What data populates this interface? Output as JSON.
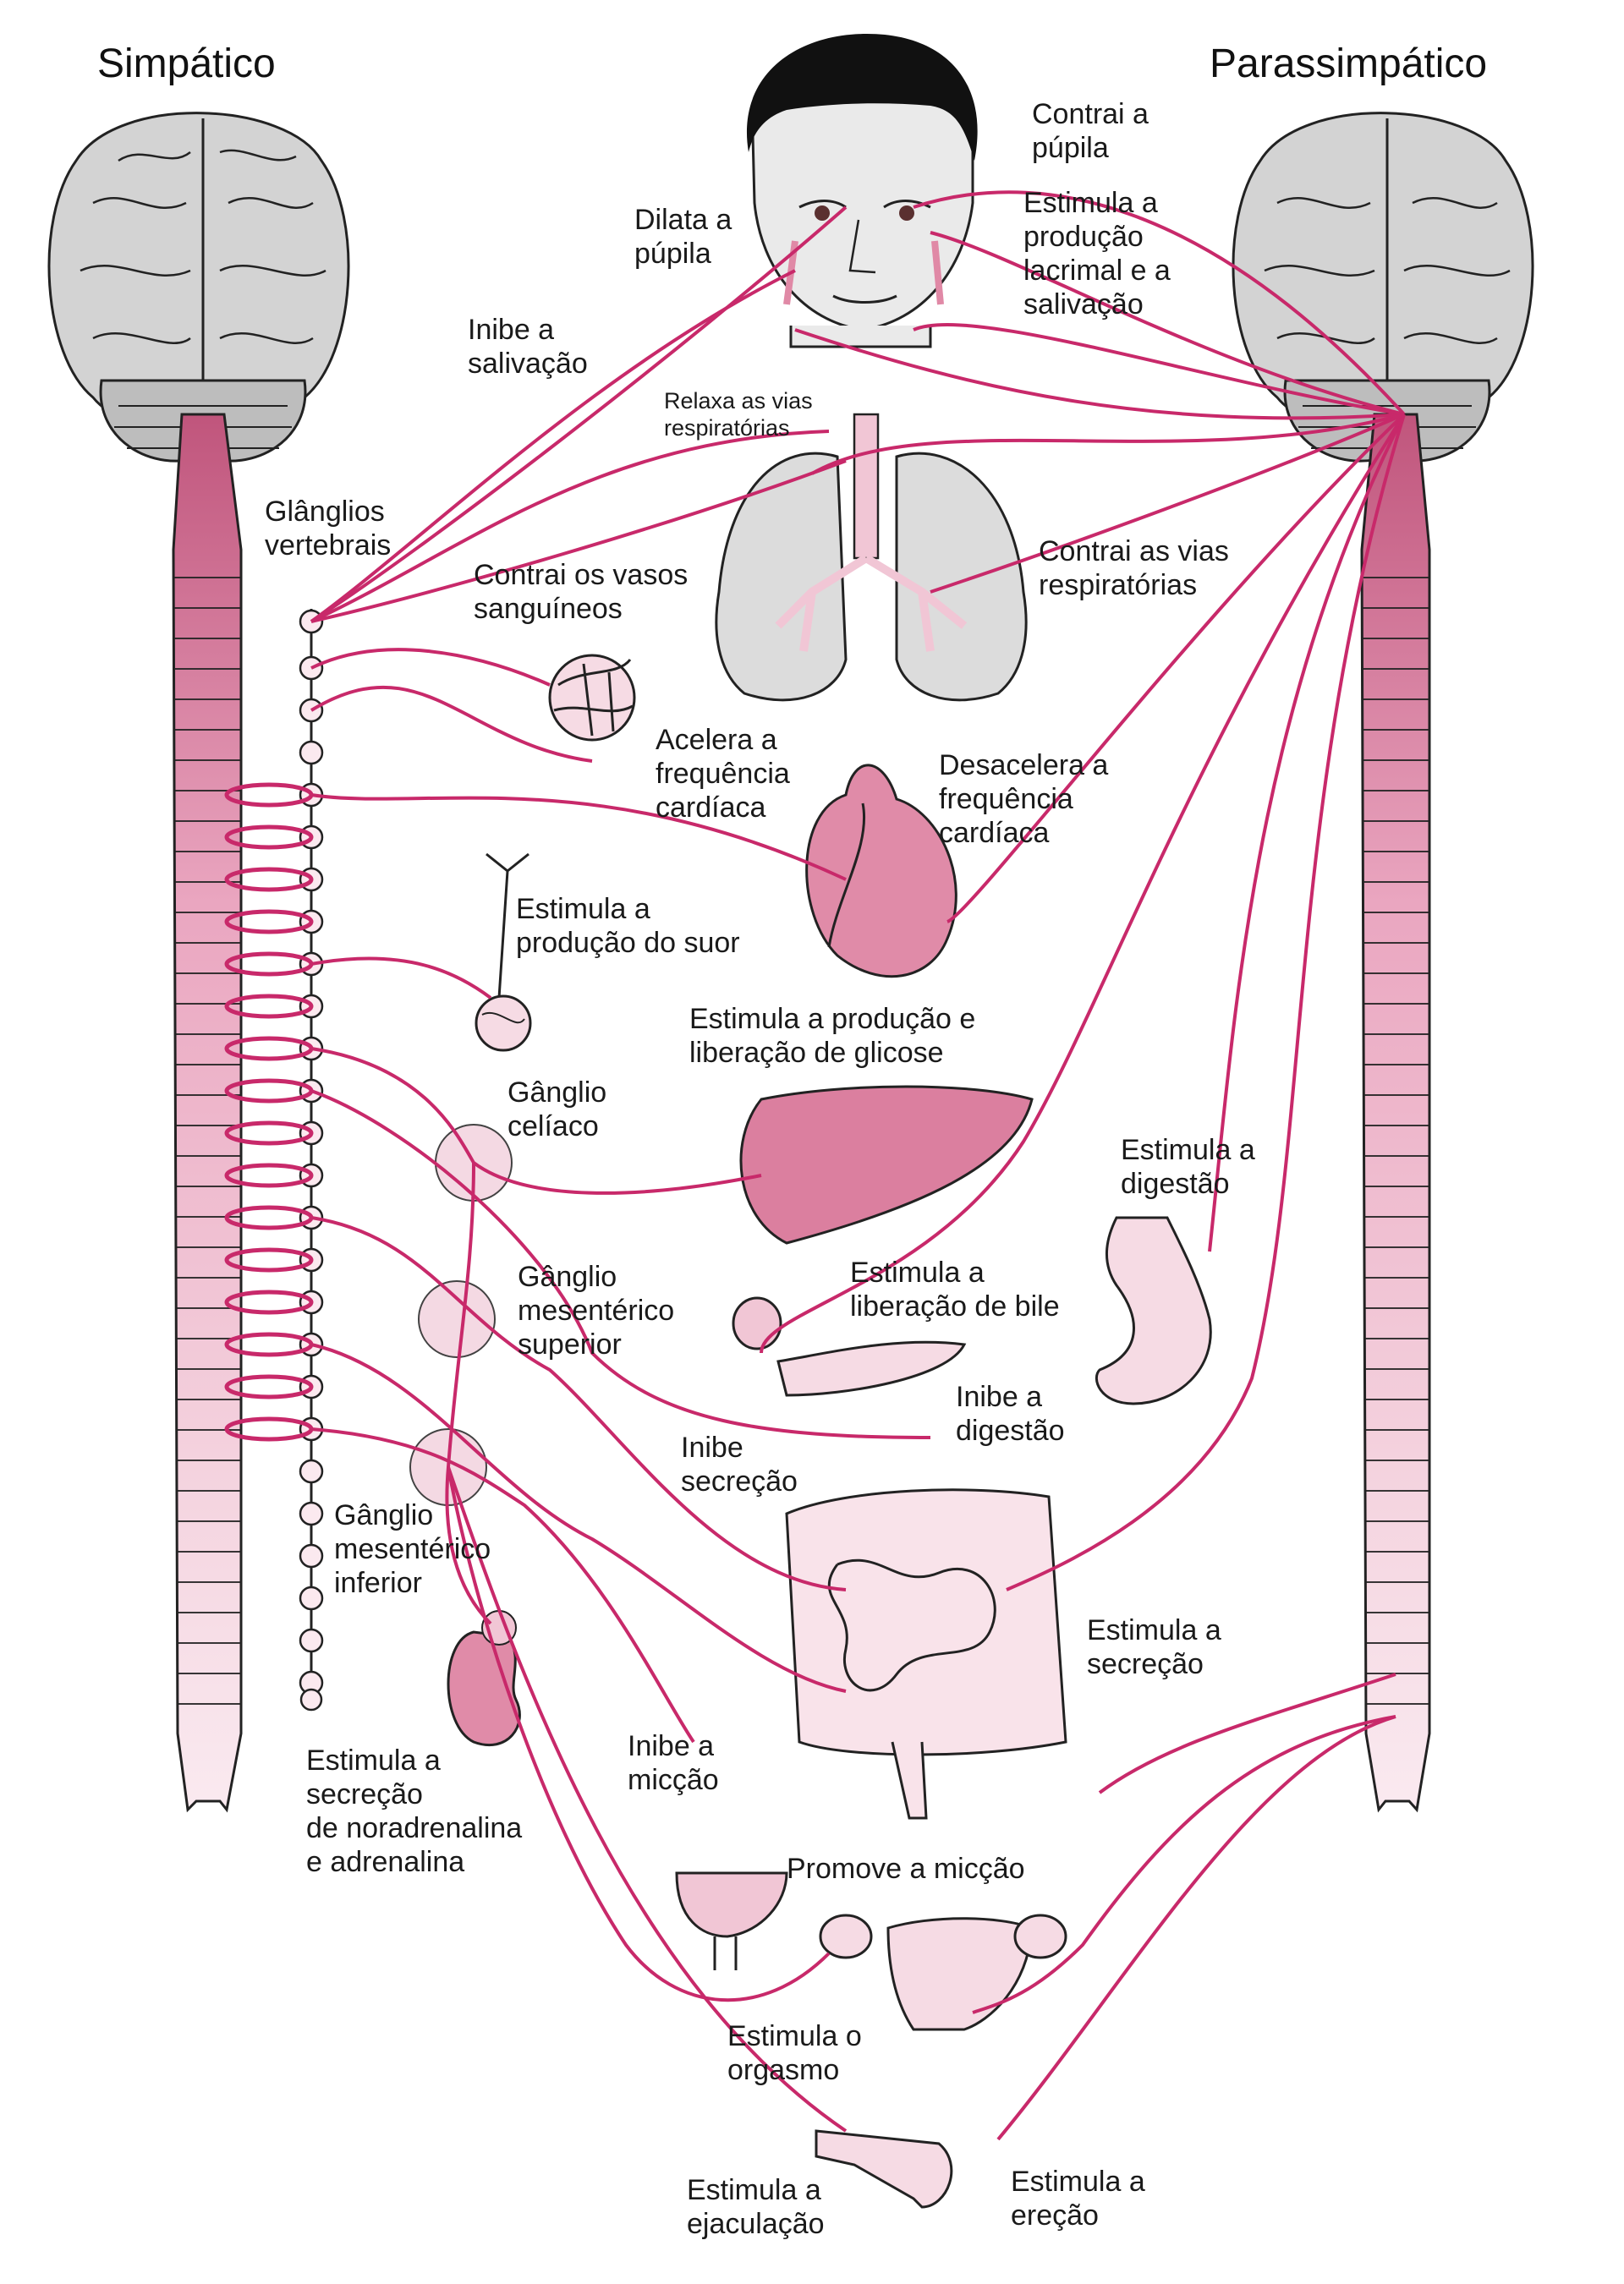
{
  "titles": {
    "left": "Simpático",
    "right": "Parassimpático"
  },
  "labels": {
    "contrai_pupila": "Contrai a\npúpila",
    "dilata_pupila": "Dilata a\npúpila",
    "estimula_lacrimal": "Estimula a\nprodução\nlacrimal e a\nsalivação",
    "inibe_salivacao": "Inibe a\nsalivação",
    "relaxa_vias": "Relaxa as vias\nrespiratórias",
    "ganglios_vertebrais": "Glânglios\nvertebrais",
    "contrai_vasos": "Contrai os vasos\nsanguíneos",
    "contrai_vias": "Contrai as vias\nrespiratórias",
    "acelera_frequencia": "Acelera a\nfrequência\ncardíaca",
    "desacelera_frequencia": "Desacelera a\nfrequência\ncardíaca",
    "estimula_suor": "Estimula a\nprodução do suor",
    "estimula_glicose": "Estimula a produção e\nliberação de glicose",
    "ganglio_celiaco": "Gânglio\ncelíaco",
    "estimula_digestao": "Estimula a\ndigestão",
    "estimula_bile": "Estimula a\nliberação de bile",
    "ganglio_mesenterico_superior": "Gânglio\nmesentérico\nsuperior",
    "inibe_digestao": "Inibe a\ndigestão",
    "inibe_secrecao": "Inibe\nsecreção",
    "ganglio_mesenterico_inferior": "Gânglio\nmesentérico\ninferior",
    "estimula_secrecao": "Estimula a\nsecreção",
    "estimula_noradrenalina": "Estimula a\nsecreção\nde noradrenalina\ne adrenalina",
    "inibe_miccao": "Inibe a\nmicção",
    "promove_miccao": "Promove a micção",
    "estimula_orgasmo": "Estimula o\norgasmo",
    "estimula_ejaculacao": "Estimula a\nejaculação",
    "estimula_erecao": "Estimula a\nereção"
  },
  "colors": {
    "nerve": "#c8296a",
    "organ_fill": "#e089a6",
    "organ_light": "#f6dbe4",
    "spine": "#e9a3bc",
    "brain": "#d4d4d4",
    "outline": "#222222"
  }
}
